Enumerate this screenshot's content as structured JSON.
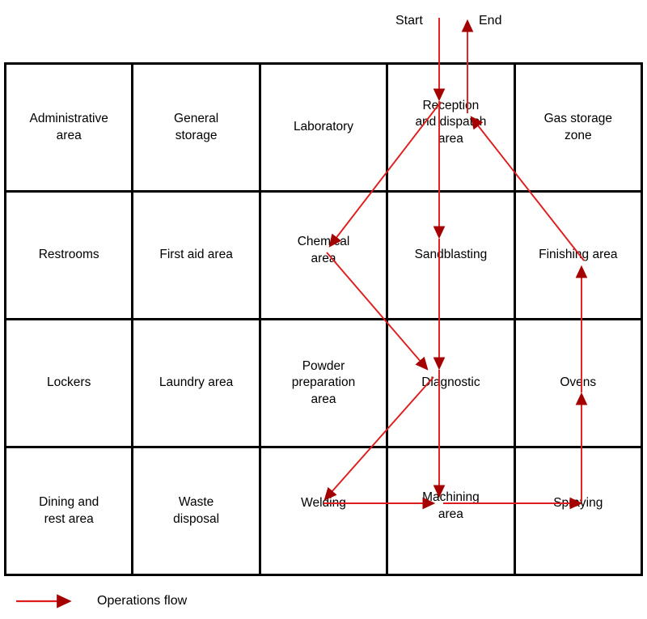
{
  "diagram": {
    "title": "Facility layout with operations flow",
    "colors": {
      "line": "#e01b1b",
      "arrowhead": "#a50000",
      "grid": "#000000",
      "background": "#ffffff",
      "text": "#000000"
    },
    "endpoints": {
      "start_label": "Start",
      "end_label": "End"
    },
    "grid": {
      "columns": 5,
      "rows": 4,
      "cells": [
        {
          "id": "administrative-area",
          "label": "Administrative\narea",
          "row": 1,
          "col": 1
        },
        {
          "id": "general-storage",
          "label": "General\nstorage",
          "row": 1,
          "col": 2
        },
        {
          "id": "laboratory",
          "label": "Laboratory",
          "row": 1,
          "col": 3
        },
        {
          "id": "reception-and-dispatch-area",
          "label": "Reception\nand dispatch\narea",
          "row": 1,
          "col": 4
        },
        {
          "id": "gas-storage-zone",
          "label": "Gas storage\nzone",
          "row": 1,
          "col": 5
        },
        {
          "id": "restrooms",
          "label": "Restrooms",
          "row": 2,
          "col": 1
        },
        {
          "id": "first-aid-area",
          "label": "First aid area",
          "row": 2,
          "col": 2
        },
        {
          "id": "chemical-area",
          "label": "Chemical\narea",
          "row": 2,
          "col": 3
        },
        {
          "id": "sandblasting",
          "label": "Sandblasting",
          "row": 2,
          "col": 4
        },
        {
          "id": "finishing-area",
          "label": "Finishing area",
          "row": 2,
          "col": 5
        },
        {
          "id": "lockers",
          "label": "Lockers",
          "row": 3,
          "col": 1
        },
        {
          "id": "laundry-area",
          "label": "Laundry area",
          "row": 3,
          "col": 2
        },
        {
          "id": "powder-preparation-area",
          "label": "Powder\npreparation\narea",
          "row": 3,
          "col": 3
        },
        {
          "id": "diagnostic",
          "label": "Diagnostic",
          "row": 3,
          "col": 4
        },
        {
          "id": "ovens",
          "label": "Ovens",
          "row": 3,
          "col": 5
        },
        {
          "id": "dining-and-rest-area",
          "label": "Dining and\nrest area",
          "row": 4,
          "col": 1
        },
        {
          "id": "waste-disposal",
          "label": "Waste\ndisposal",
          "row": 4,
          "col": 2
        },
        {
          "id": "welding",
          "label": "Welding",
          "row": 4,
          "col": 3
        },
        {
          "id": "machining-area",
          "label": "Machining\narea",
          "row": 4,
          "col": 4
        },
        {
          "id": "spraying",
          "label": "Spraying",
          "row": 4,
          "col": 5
        }
      ]
    },
    "flow": {
      "sequence": [
        "Start",
        "Reception and dispatch area",
        "Chemical area",
        "Diagnostic",
        "Welding",
        "Machining area",
        "Spraying",
        "Ovens",
        "Finishing area",
        "End"
      ],
      "edges": [
        {
          "from": "Start",
          "to": "Reception and dispatch area"
        },
        {
          "from": "Reception and dispatch area",
          "to": "Chemical area"
        },
        {
          "from": "Chemical area",
          "to": "Diagnostic"
        },
        {
          "from": "Diagnostic",
          "to": "Welding"
        },
        {
          "from": "Welding",
          "to": "Machining area"
        },
        {
          "from": "Machining area",
          "to": "Spraying"
        },
        {
          "from": "Spraying",
          "to": "Ovens"
        },
        {
          "from": "Ovens",
          "to": "Finishing area"
        },
        {
          "from": "Finishing area",
          "to": "End"
        },
        {
          "from": "Reception and dispatch area",
          "to": "Sandblasting"
        },
        {
          "from": "Sandblasting",
          "to": "Diagnostic"
        },
        {
          "from": "Diagnostic",
          "to": "Machining area"
        }
      ]
    },
    "legend": {
      "entries": [
        {
          "id": "operations-flow",
          "label": "Operations flow",
          "color": "#e01b1b",
          "symbol": "arrow"
        }
      ]
    }
  }
}
